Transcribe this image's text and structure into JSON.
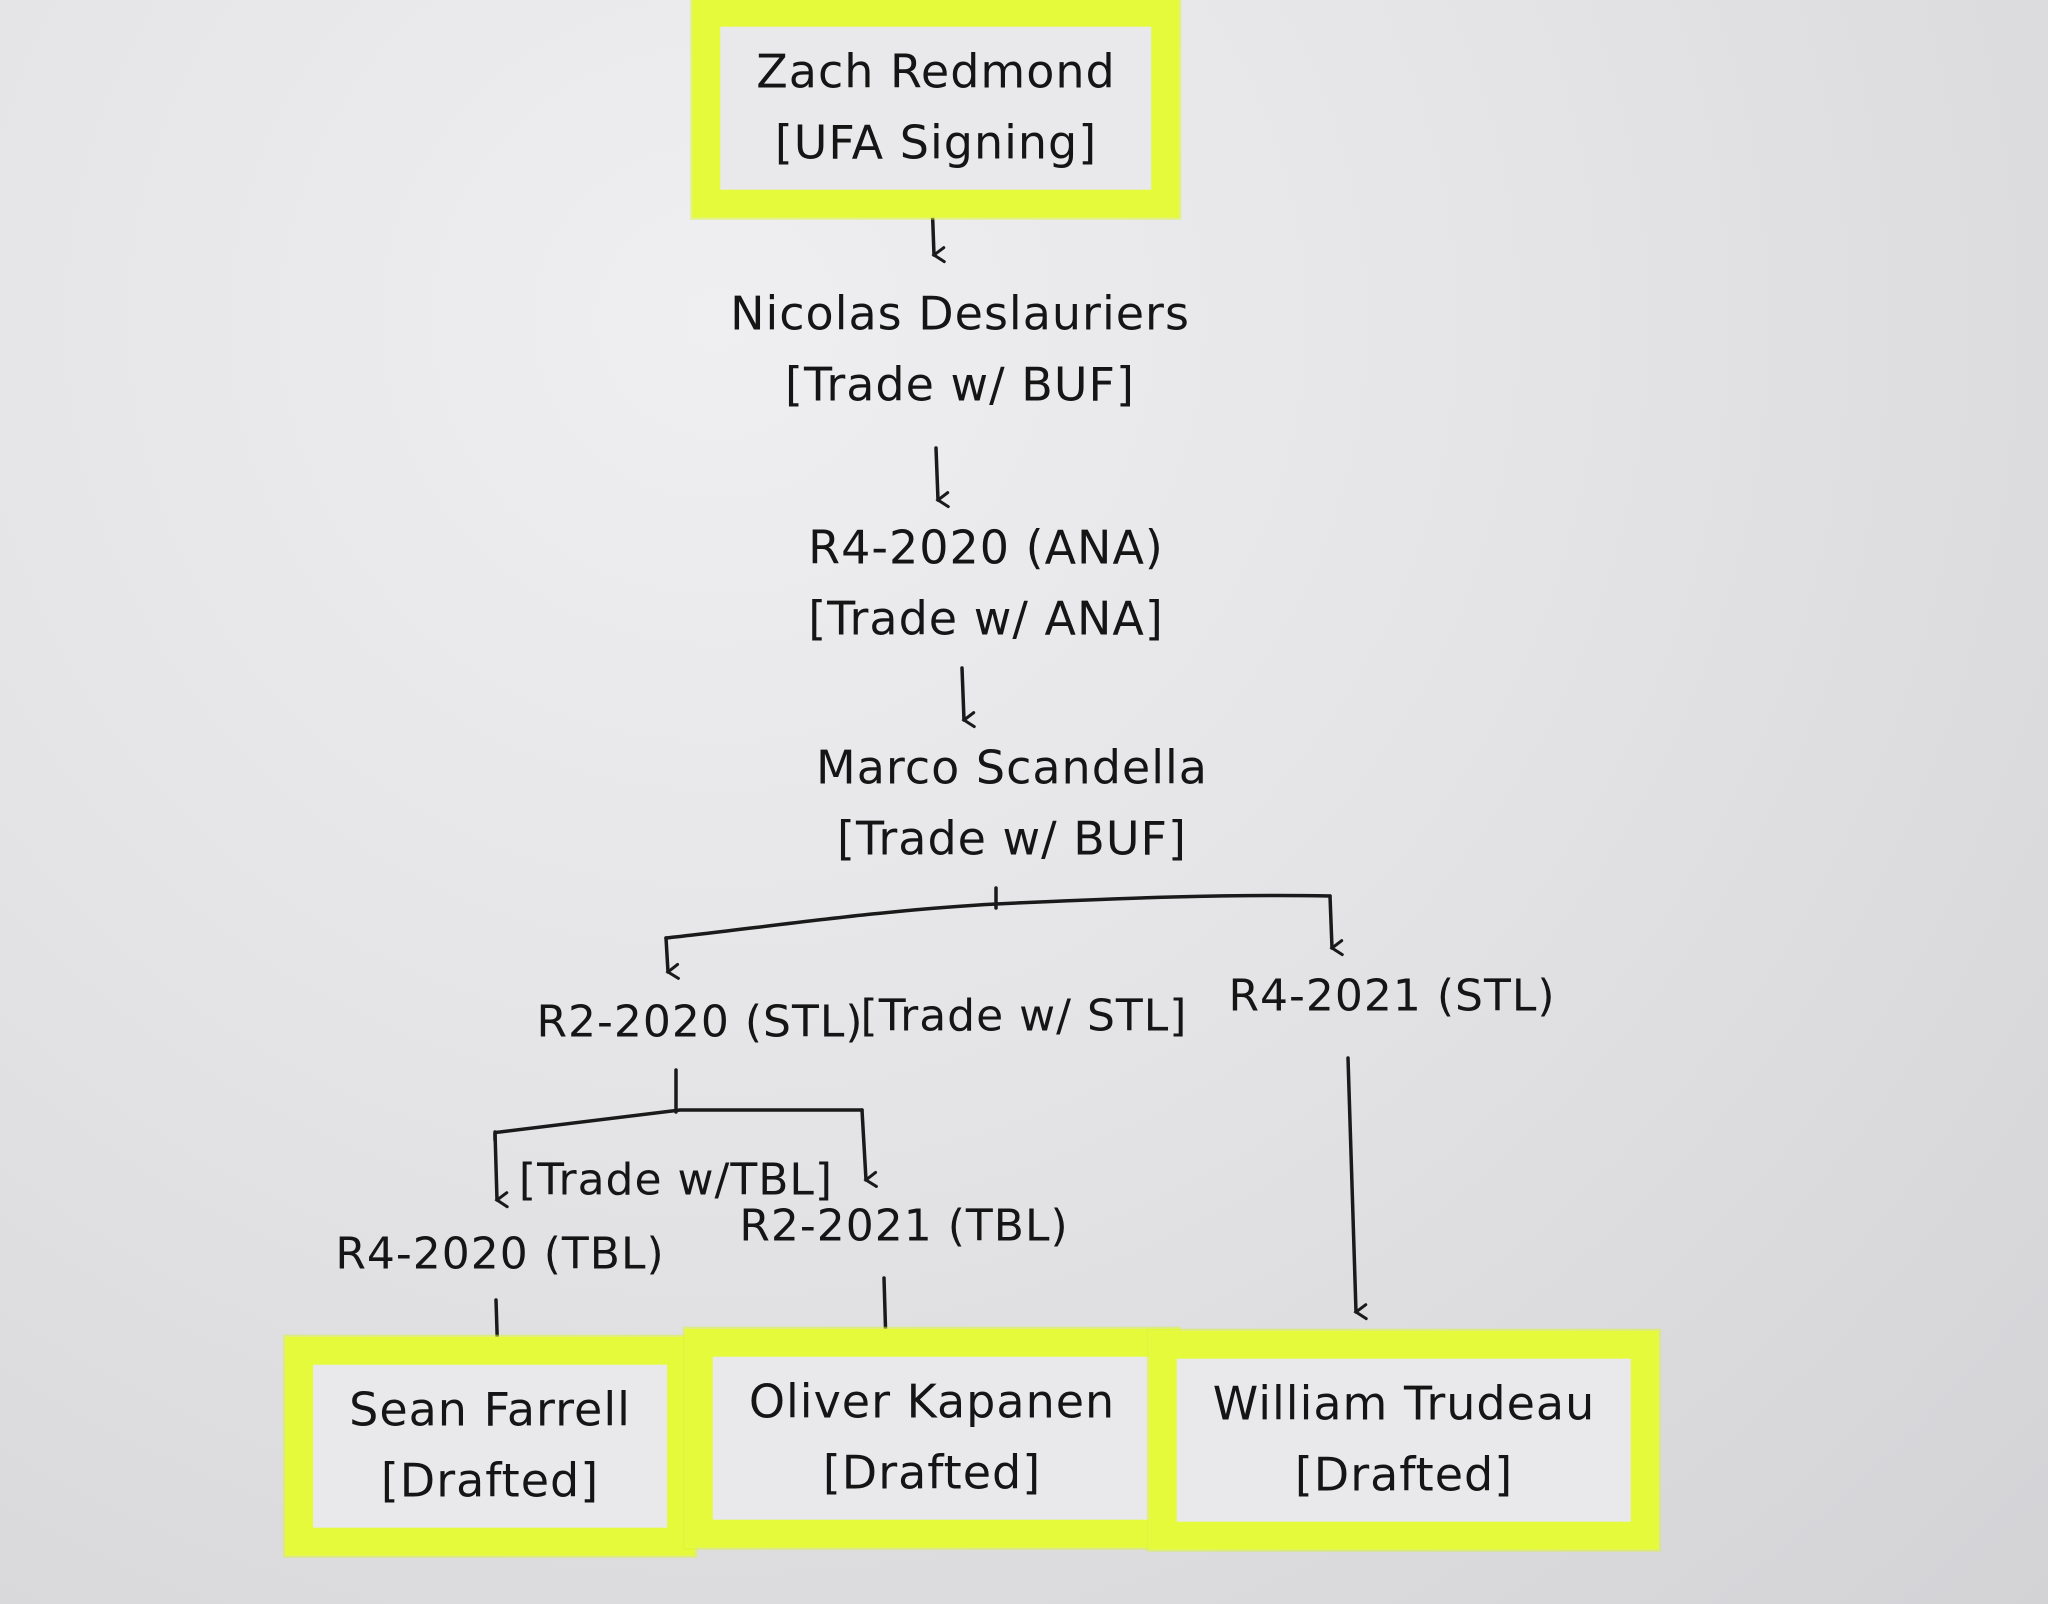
{
  "nodes": {
    "zach": {
      "name": "Zach Redmond",
      "tag": "[UFA Signing]"
    },
    "nicolas": {
      "name": "Nicolas Deslauriers",
      "tag": "[Trade w/ BUF]"
    },
    "r4_2020_ana": {
      "name": "R4-2020 (ANA)",
      "tag": "[Trade w/ ANA]"
    },
    "marco": {
      "name": "Marco Scandella",
      "tag": "[Trade w/ BUF]"
    },
    "r2_2020_stl": {
      "name": "R2-2020 (STL)"
    },
    "r4_2021_stl": {
      "name": "R4-2021 (STL)"
    },
    "r4_2020_tbl": {
      "name": "R4-2020 (TBL)"
    },
    "r2_2021_tbl": {
      "name": "R2-2021 (TBL)"
    },
    "sean": {
      "name": "Sean Farrell",
      "tag": "[Drafted]"
    },
    "oliver": {
      "name": "Oliver Kapanen",
      "tag": "[Drafted]"
    },
    "william": {
      "name": "William Trudeau",
      "tag": "[Drafted]"
    }
  },
  "edge_labels": {
    "stl_trade": "[Trade w/ STL]",
    "tbl_trade": "[Trade w/TBL]"
  },
  "colors": {
    "highlight": "#e4fa3a",
    "ink": "#151515",
    "paper": "#e6e6e8"
  }
}
